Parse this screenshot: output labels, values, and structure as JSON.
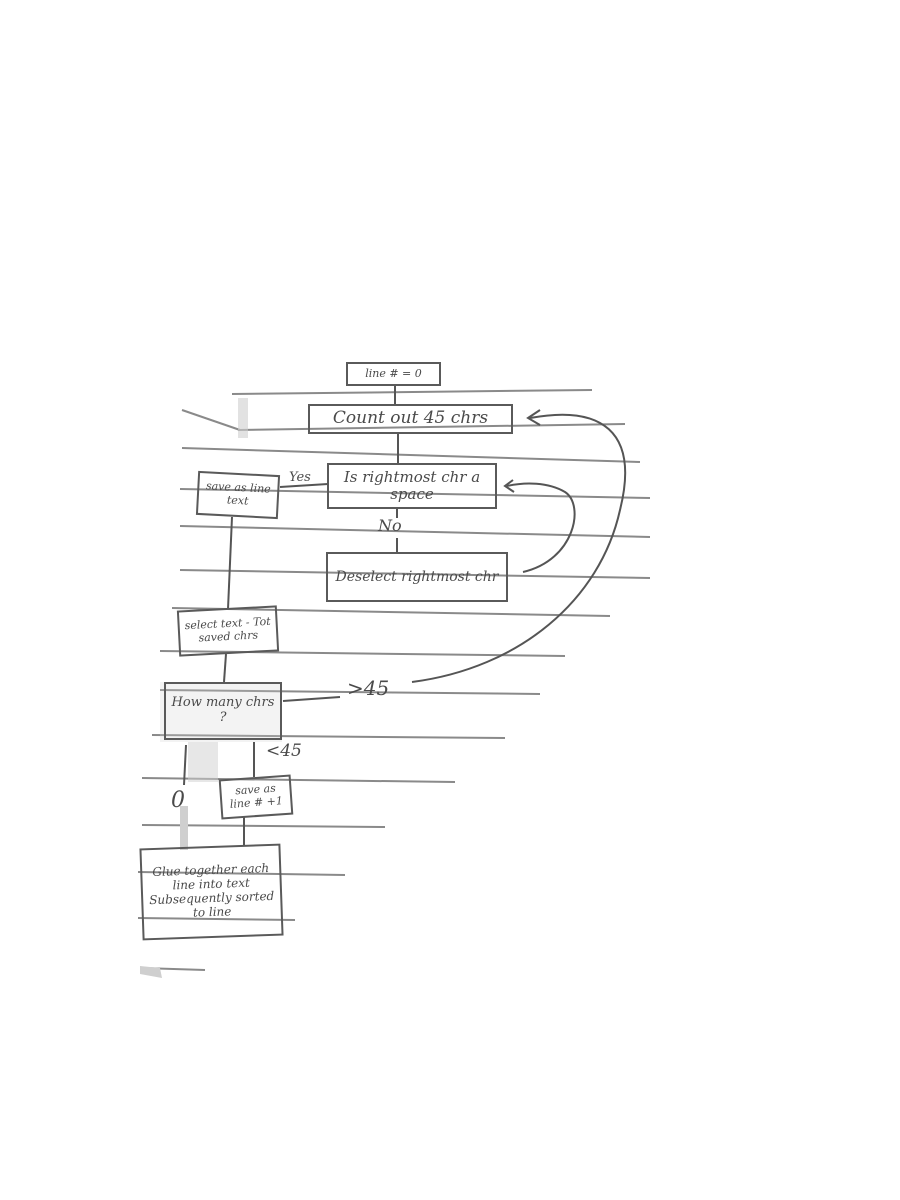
{
  "diagram": {
    "nodes": {
      "init": "line # = 0",
      "count": "Count out 45 chrs",
      "decision_space": "Is rightmost chr a space",
      "deselect": "Deselect rightmost chr",
      "save_line": "save as line text",
      "select_text": "select text - Tot saved chrs",
      "how_many": "How many chrs ?",
      "line_plus": "save as line # +1",
      "glue": "Glue together each line into text Subsequently sorted to line"
    },
    "edge_labels": {
      "yes": "Yes",
      "no": "No",
      "gte45": ">45",
      "lt45": "<45",
      "zero": "0"
    }
  }
}
